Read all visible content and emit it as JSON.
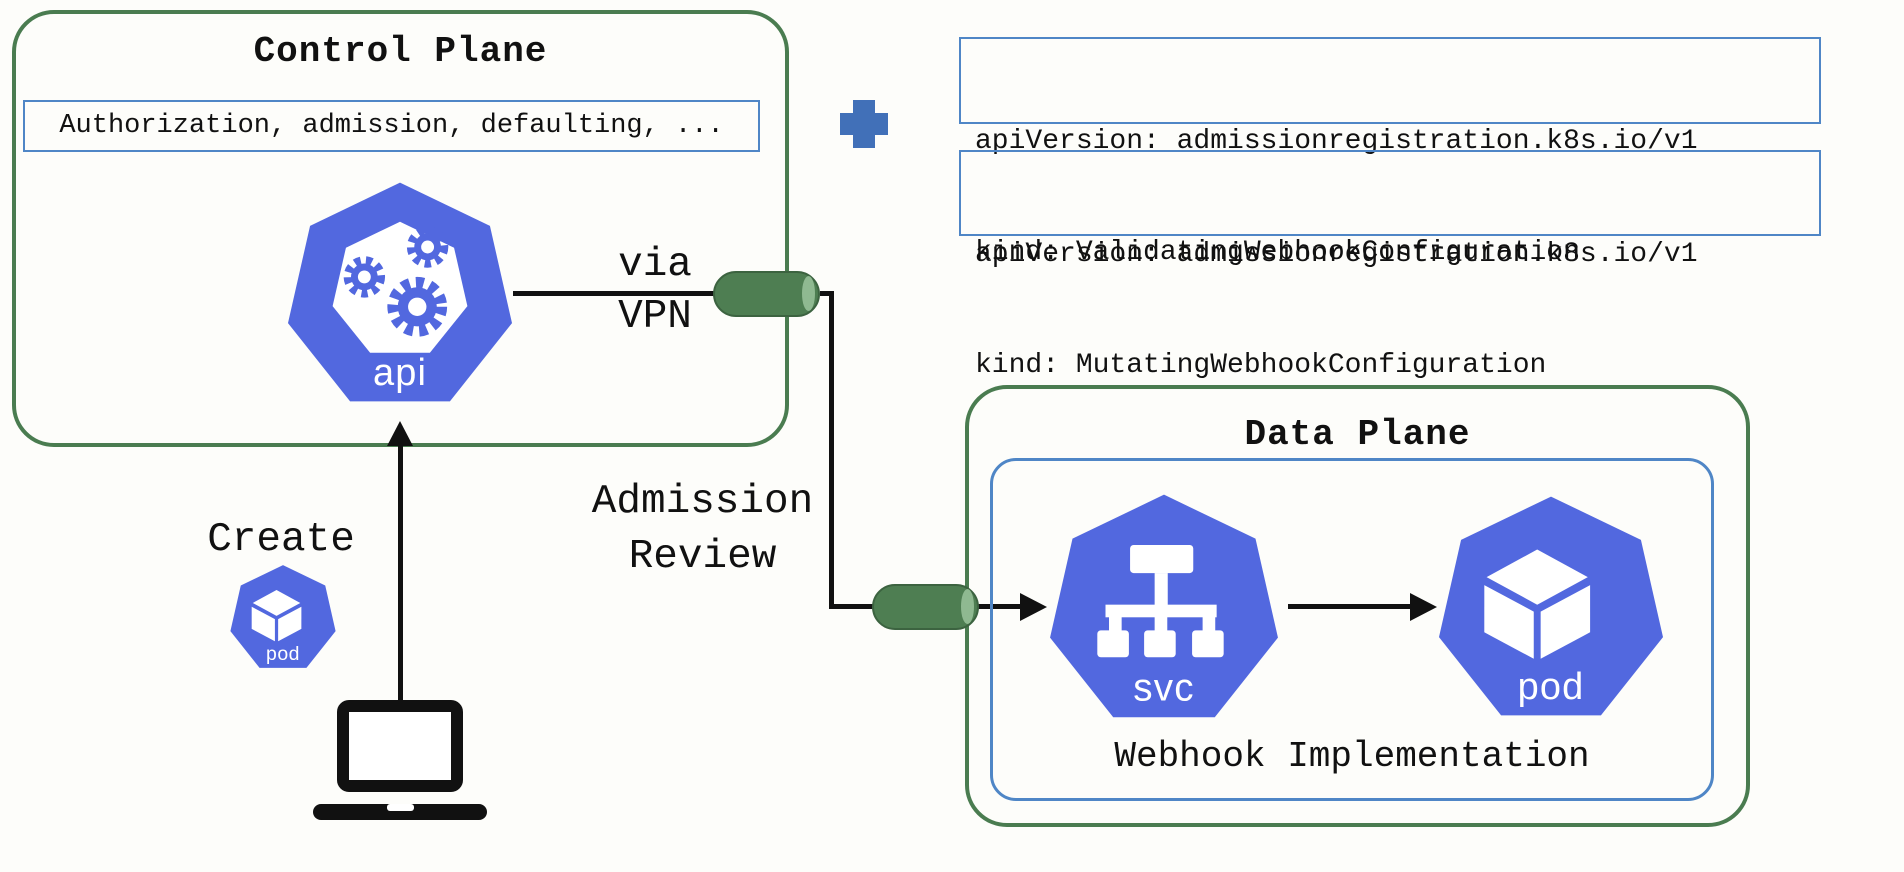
{
  "colors": {
    "background": "#fdfdfa",
    "green": "#4a7c50",
    "blue_border": "#4f86c6",
    "k8s_blue": "#5268df",
    "plus_blue": "#4170b8",
    "cylinder_fill": "#4e7e52",
    "cylinder_edge": "#3c6340",
    "cylinder_highlight": "#8fb991",
    "line_black": "#111111"
  },
  "control_plane": {
    "title": "Control Plane",
    "pipeline_text": "Authorization, admission, defaulting, ...",
    "api_icon_label": "api"
  },
  "connections": {
    "via_line1": "via",
    "via_line2": "VPN",
    "admission_line1": "Admission",
    "admission_line2": "Review",
    "create_label": "Create"
  },
  "code_boxes": [
    {
      "lines": [
        "apiVersion: admissionregistration.k8s.io/v1",
        "kind: ValidatingWebhookConfiguration"
      ]
    },
    {
      "lines": [
        "apiVersion: admissionregistration.k8s.io/v1",
        "kind: MutatingWebhookConfiguration"
      ]
    }
  ],
  "data_plane": {
    "title": "Data Plane",
    "webhook_label": "Webhook Implementation",
    "svc_icon_label": "svc",
    "pod_icon_label": "pod"
  },
  "create_flow": {
    "pod_icon_label": "pod"
  }
}
